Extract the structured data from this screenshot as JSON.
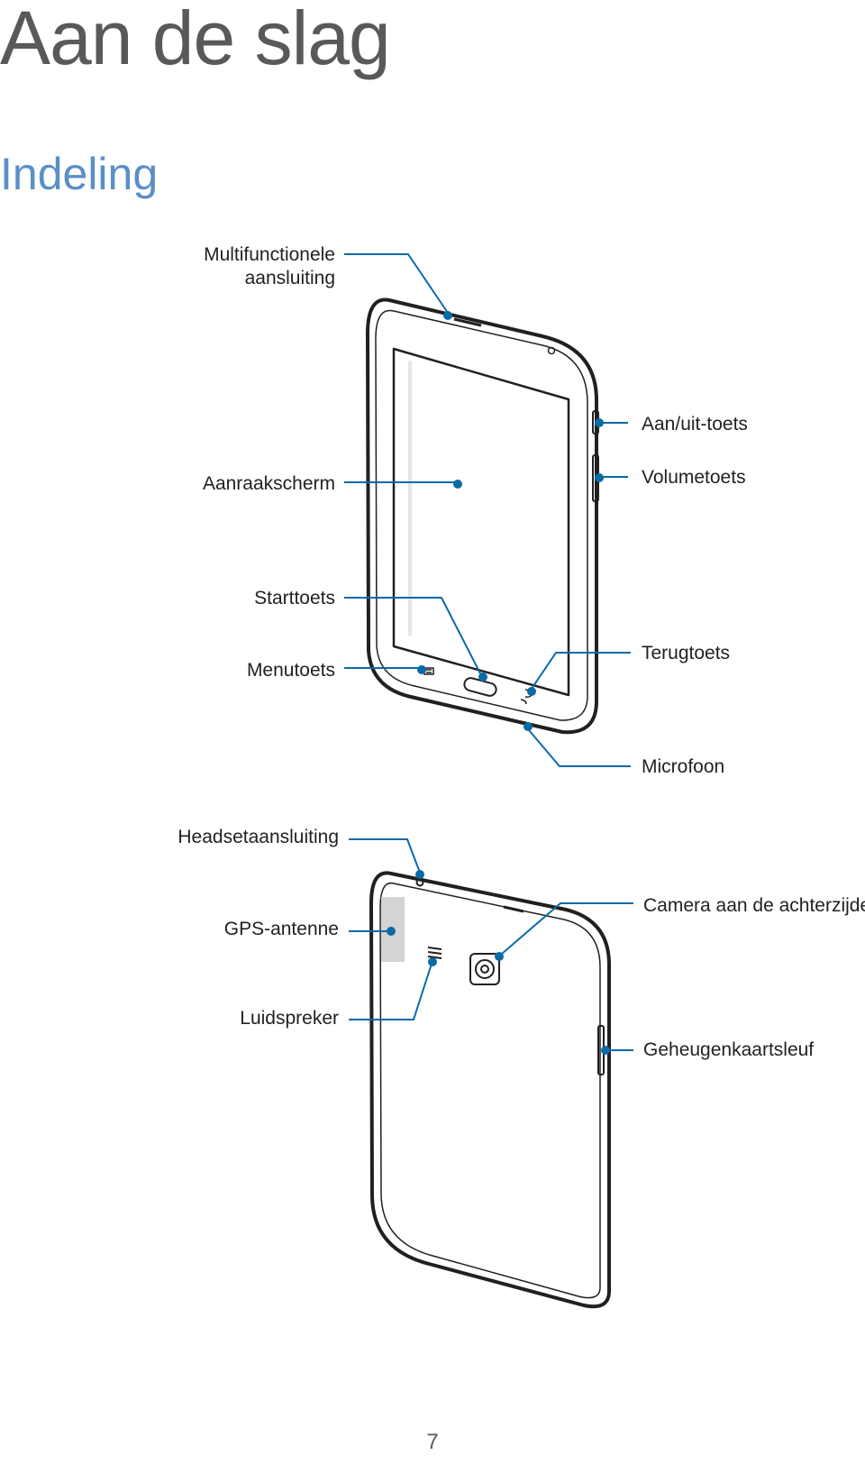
{
  "page": {
    "chapter_title": "Aan de slag",
    "section_title": "Indeling",
    "page_number": "7"
  },
  "front_labels": {
    "multifunction_port": "Multifunctionele\naansluiting",
    "touchscreen": "Aanraakscherm",
    "home_key": "Starttoets",
    "menu_key": "Menutoets",
    "power_key": "Aan/uit-toets",
    "volume_key": "Volumetoets",
    "back_key": "Terugtoets",
    "microphone": "Microfoon"
  },
  "back_labels": {
    "headset_jack": "Headsetaansluiting",
    "gps_antenna": "GPS-antenne",
    "speaker": "Luidspreker",
    "rear_camera": "Camera aan de achterzijde",
    "memory_card_slot": "Geheugenkaartsleuf"
  },
  "colors": {
    "callout": "#0a6aa6",
    "outline": "#231f20",
    "section_title": "#5a8fc7",
    "chapter_title": "#58595b"
  }
}
